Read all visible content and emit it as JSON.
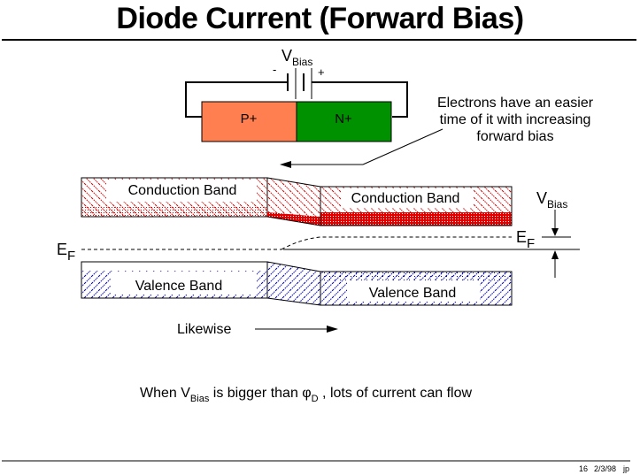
{
  "title": "Diode Current (Forward Bias)",
  "battery": {
    "label_main": "V",
    "label_sub": "Bias",
    "minus": "-",
    "plus": "+"
  },
  "diode": {
    "p_label": "P+",
    "n_label": "N+",
    "p_color": "#ff7f50",
    "n_color": "#009100"
  },
  "annotation": {
    "lines": [
      "Electrons have an easier",
      "time of it with increasing",
      "forward bias"
    ]
  },
  "bands": {
    "conduction_left": "Conduction Band",
    "conduction_right": "Conduction Band",
    "valence_left": "Valence Band",
    "valence_right": "Valence Band",
    "conduction_color": "#e00000",
    "valence_color": "#0000c0"
  },
  "fermi": {
    "left_main": "E",
    "left_sub": "F",
    "right_main": "E",
    "right_sub": "F"
  },
  "vbias_marker": {
    "main": "V",
    "sub": "Bias"
  },
  "likewise": "Likewise",
  "caption": {
    "pre": "When V",
    "sub1": "Bias",
    "mid": " is bigger than ",
    "phi": "φ",
    "sub2": "D",
    "post": " , lots of current can flow"
  },
  "footer": {
    "page": "16",
    "date": "2/3/98",
    "initials": "jp"
  }
}
